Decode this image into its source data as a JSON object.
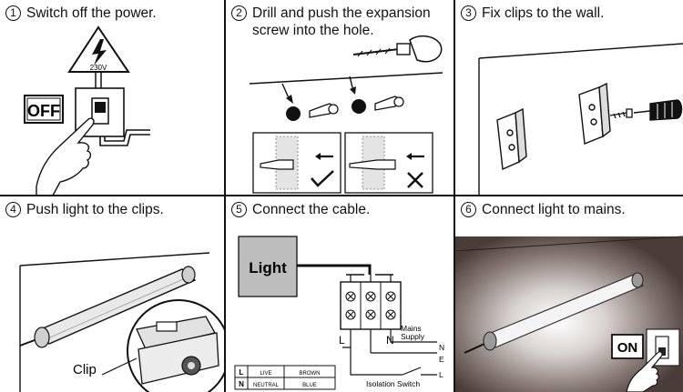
{
  "steps": [
    {
      "number": "1",
      "text": "Switch off the power."
    },
    {
      "number": "2",
      "text_lines": [
        "Drill and push the expansion",
        "screw into the hole."
      ]
    },
    {
      "number": "3",
      "text": "Fix clips to the wall."
    },
    {
      "number": "4",
      "text": "Push light to the clips."
    },
    {
      "number": "5",
      "text": "Connect the cable."
    },
    {
      "number": "6",
      "text": "Connect light to mains."
    }
  ],
  "step1": {
    "voltage": "230V",
    "switch_label": "OFF"
  },
  "step4": {
    "callout": "Clip"
  },
  "step5": {
    "light_label": "Light",
    "terminal_left": "L",
    "terminal_right": "N",
    "mains_label": [
      "Mains",
      "Supply"
    ],
    "mains_lines": [
      "N",
      "E",
      "L"
    ],
    "isolation_label": "Isolation  Switch",
    "wire_table": [
      [
        "L",
        "LIVE",
        "BROWN"
      ],
      [
        "N",
        "NEUTRAL",
        "BLUE"
      ]
    ]
  },
  "step6": {
    "switch_label": "ON"
  }
}
